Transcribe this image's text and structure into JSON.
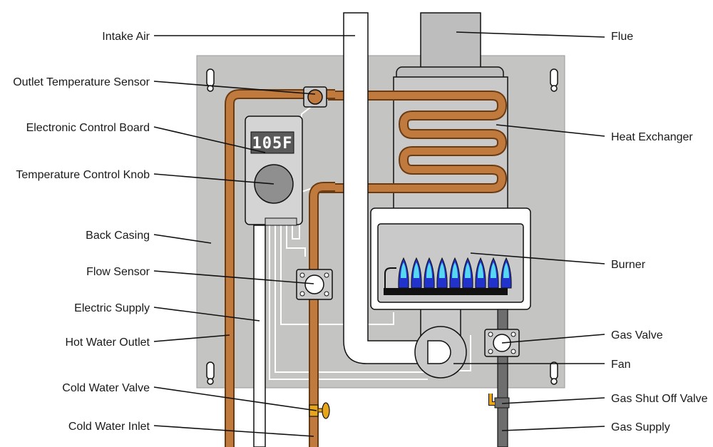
{
  "labels": {
    "intake_air": "Intake Air",
    "outlet_temperature_sensor": "Outlet Temperature Sensor",
    "electronic_control_board": "Electronic Control Board",
    "temperature_control_knob": "Temperature Control Knob",
    "back_casing": "Back Casing",
    "flow_sensor": "Flow Sensor",
    "electric_supply": "Electric Supply",
    "hot_water_outlet": "Hot Water Outlet",
    "cold_water_valve": "Cold Water Valve",
    "cold_water_inlet": "Cold Water Inlet",
    "flue": "Flue",
    "heat_exchanger": "Heat Exchanger",
    "burner": "Burner",
    "gas_valve": "Gas Valve",
    "fan": "Fan",
    "gas_shut_off_valve": "Gas Shut Off Valve",
    "gas_supply": "Gas Supply"
  },
  "display": {
    "reading": "105F"
  },
  "colors": {
    "back_casing": "#c4c4c2",
    "copper": "#c07a3e",
    "copper_dark": "#6b3b12",
    "flue": "#bdbdbd",
    "control_panel": "#d4d4d4",
    "display_bg": "#5a5a5a",
    "flame_blue": "#2233cc",
    "flame_cyan": "#56d8f0",
    "gas_pipe": "#6e6e6e",
    "valve_yellow": "#e6a51a"
  }
}
